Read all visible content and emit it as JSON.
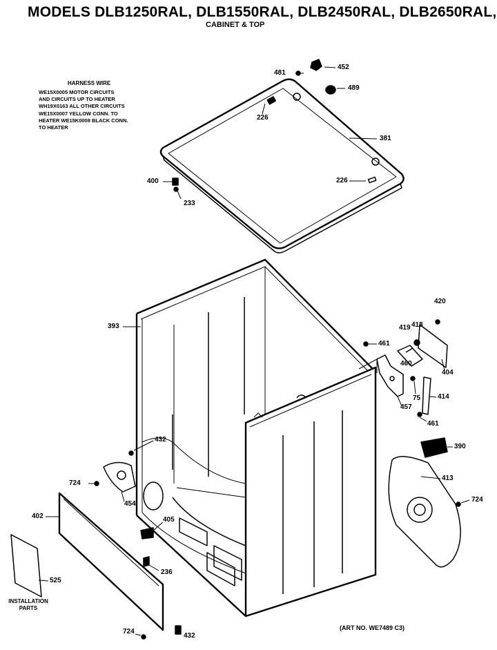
{
  "title": "MODELS DLB1250RAL, DLB1550RAL, DLB2450RAL, DLB2650RAL,",
  "subtitle": "CABINET & TOP",
  "harness_note": {
    "heading": "HARNESS WIRE",
    "lines": [
      "WE15X0005 MOTOR CIRCUITS",
      "AND CIRCUITS UP TO HEATER",
      "WH19X0163 ALL OTHER CIRCUITS",
      "WE15X0007 YELLOW CONN. TO",
      "HEATER WE15K0008 BLACK CONN.",
      "TO HEATER"
    ]
  },
  "part_labels": {
    "p481": "481",
    "p452": "452",
    "p489": "489",
    "p226a": "226",
    "p381": "381",
    "p400": "400",
    "p226b": "226",
    "p233": "233",
    "p393": "393",
    "p420": "420",
    "p419": "419",
    "p418": "418",
    "p461a": "461",
    "p460": "460",
    "p404": "404",
    "p75": "75",
    "p414": "414",
    "p457": "457",
    "p461b": "461",
    "p390": "390",
    "p432a": "432",
    "p724a": "724",
    "p454": "454",
    "p413": "413",
    "p724b": "724",
    "p402": "402",
    "p405": "405",
    "p236": "236",
    "p525": "525",
    "p724c": "724",
    "p432b": "432"
  },
  "installation_label": [
    "INSTALLATION",
    "PARTS"
  ],
  "art_number": "(ART NO. WE7489 C3)"
}
